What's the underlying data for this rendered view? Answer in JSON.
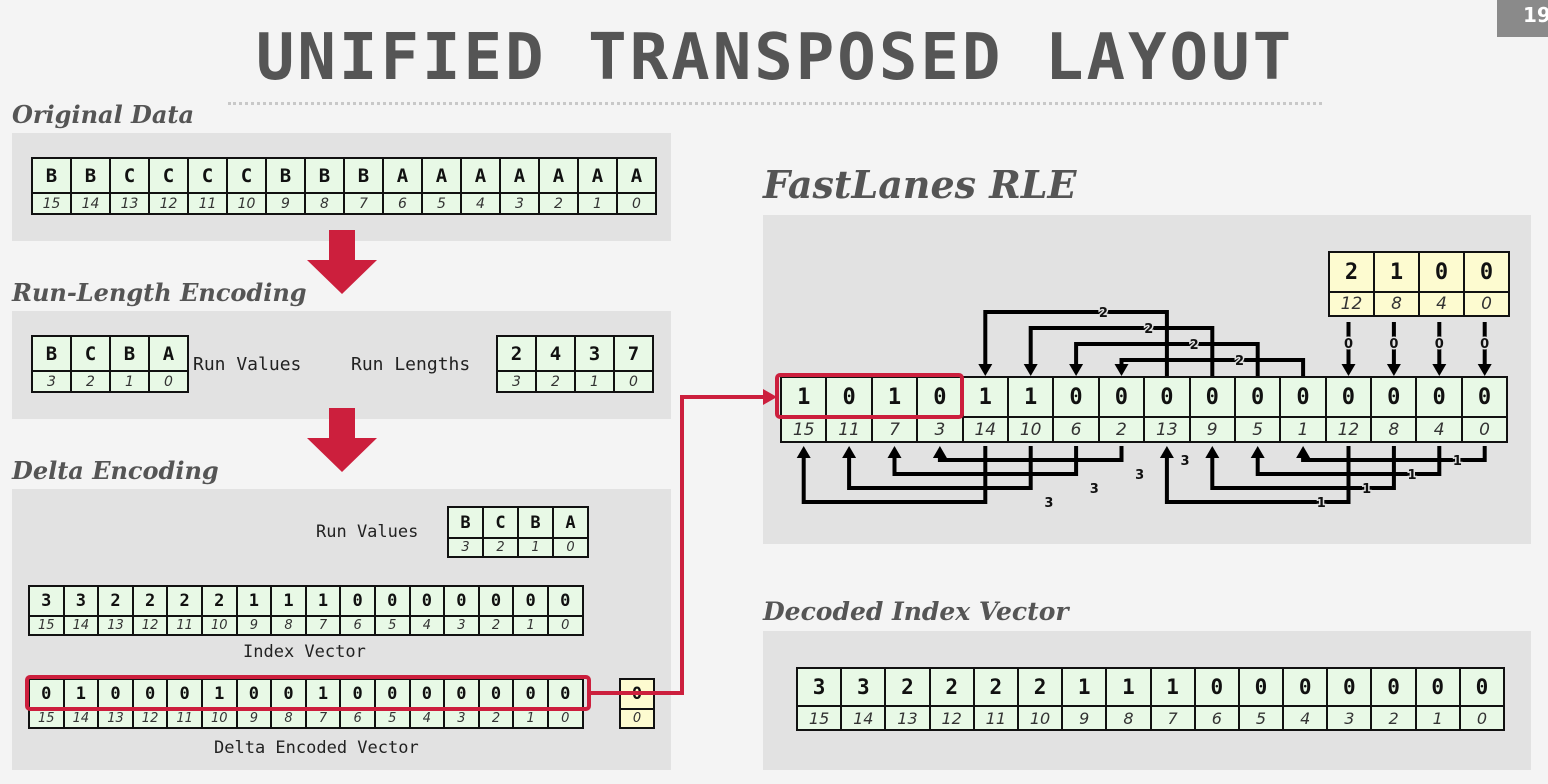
{
  "page_number": "19",
  "title": "UNIFIED TRANSPOSED LAYOUT",
  "original_data": {
    "label": "Original Data",
    "values": [
      "B",
      "B",
      "C",
      "C",
      "C",
      "C",
      "B",
      "B",
      "B",
      "A",
      "A",
      "A",
      "A",
      "A",
      "A",
      "A"
    ],
    "indices": [
      "15",
      "14",
      "13",
      "12",
      "11",
      "10",
      "9",
      "8",
      "7",
      "6",
      "5",
      "4",
      "3",
      "2",
      "1",
      "0"
    ]
  },
  "rle": {
    "label": "Run-Length Encoding",
    "run_values": {
      "label": "Run Values",
      "values": [
        "B",
        "C",
        "B",
        "A"
      ],
      "indices": [
        "3",
        "2",
        "1",
        "0"
      ]
    },
    "run_lengths": {
      "label": "Run Lengths",
      "values": [
        "2",
        "4",
        "3",
        "7"
      ],
      "indices": [
        "3",
        "2",
        "1",
        "0"
      ]
    }
  },
  "delta": {
    "label": "Delta Encoding",
    "run_values": {
      "label": "Run Values",
      "values": [
        "B",
        "C",
        "B",
        "A"
      ],
      "indices": [
        "3",
        "2",
        "1",
        "0"
      ]
    },
    "index_vector": {
      "label": "Index Vector",
      "values": [
        "3",
        "3",
        "2",
        "2",
        "2",
        "2",
        "1",
        "1",
        "1",
        "0",
        "0",
        "0",
        "0",
        "0",
        "0",
        "0"
      ],
      "indices": [
        "15",
        "14",
        "13",
        "12",
        "11",
        "10",
        "9",
        "8",
        "7",
        "6",
        "5",
        "4",
        "3",
        "2",
        "1",
        "0"
      ]
    },
    "delta_vector": {
      "label": "Delta Encoded Vector",
      "values": [
        "0",
        "1",
        "0",
        "0",
        "0",
        "1",
        "0",
        "0",
        "1",
        "0",
        "0",
        "0",
        "0",
        "0",
        "0",
        "0"
      ],
      "indices": [
        "15",
        "14",
        "13",
        "12",
        "11",
        "10",
        "9",
        "8",
        "7",
        "6",
        "5",
        "4",
        "3",
        "2",
        "1",
        "0"
      ]
    },
    "base": {
      "values": [
        "0"
      ],
      "indices": [
        "0"
      ]
    }
  },
  "fastlanes": {
    "label": "FastLanes RLE",
    "bases": {
      "values": [
        "2",
        "1",
        "0",
        "0"
      ],
      "indices": [
        "12",
        "8",
        "4",
        "0"
      ]
    },
    "deltas": {
      "values": [
        "1",
        "0",
        "1",
        "0",
        "1",
        "1",
        "0",
        "0",
        "0",
        "0",
        "0",
        "0",
        "0",
        "0",
        "0",
        "0"
      ],
      "indices": [
        "15",
        "11",
        "7",
        "3",
        "14",
        "10",
        "6",
        "2",
        "13",
        "9",
        "5",
        "1",
        "12",
        "8",
        "4",
        "0"
      ]
    },
    "top_arrow_labels": [
      "2",
      "2",
      "2",
      "2"
    ],
    "base_arrow_labels": [
      "0",
      "0",
      "0",
      "0"
    ],
    "bottom_arrow_labels": [
      "3",
      "3",
      "3",
      "3",
      "1",
      "1",
      "1",
      "1"
    ]
  },
  "decoded": {
    "label": "Decoded Index Vector",
    "values": [
      "3",
      "3",
      "2",
      "2",
      "2",
      "2",
      "1",
      "1",
      "1",
      "0",
      "0",
      "0",
      "0",
      "0",
      "0",
      "0"
    ],
    "indices": [
      "15",
      "14",
      "13",
      "12",
      "11",
      "10",
      "9",
      "8",
      "7",
      "6",
      "5",
      "4",
      "3",
      "2",
      "1",
      "0"
    ]
  },
  "colors": {
    "highlight": "#cc1f3d",
    "cell_green": "#e8f9e6",
    "cell_yellow": "#fdfbd0",
    "panel": "#e2e2e2"
  }
}
